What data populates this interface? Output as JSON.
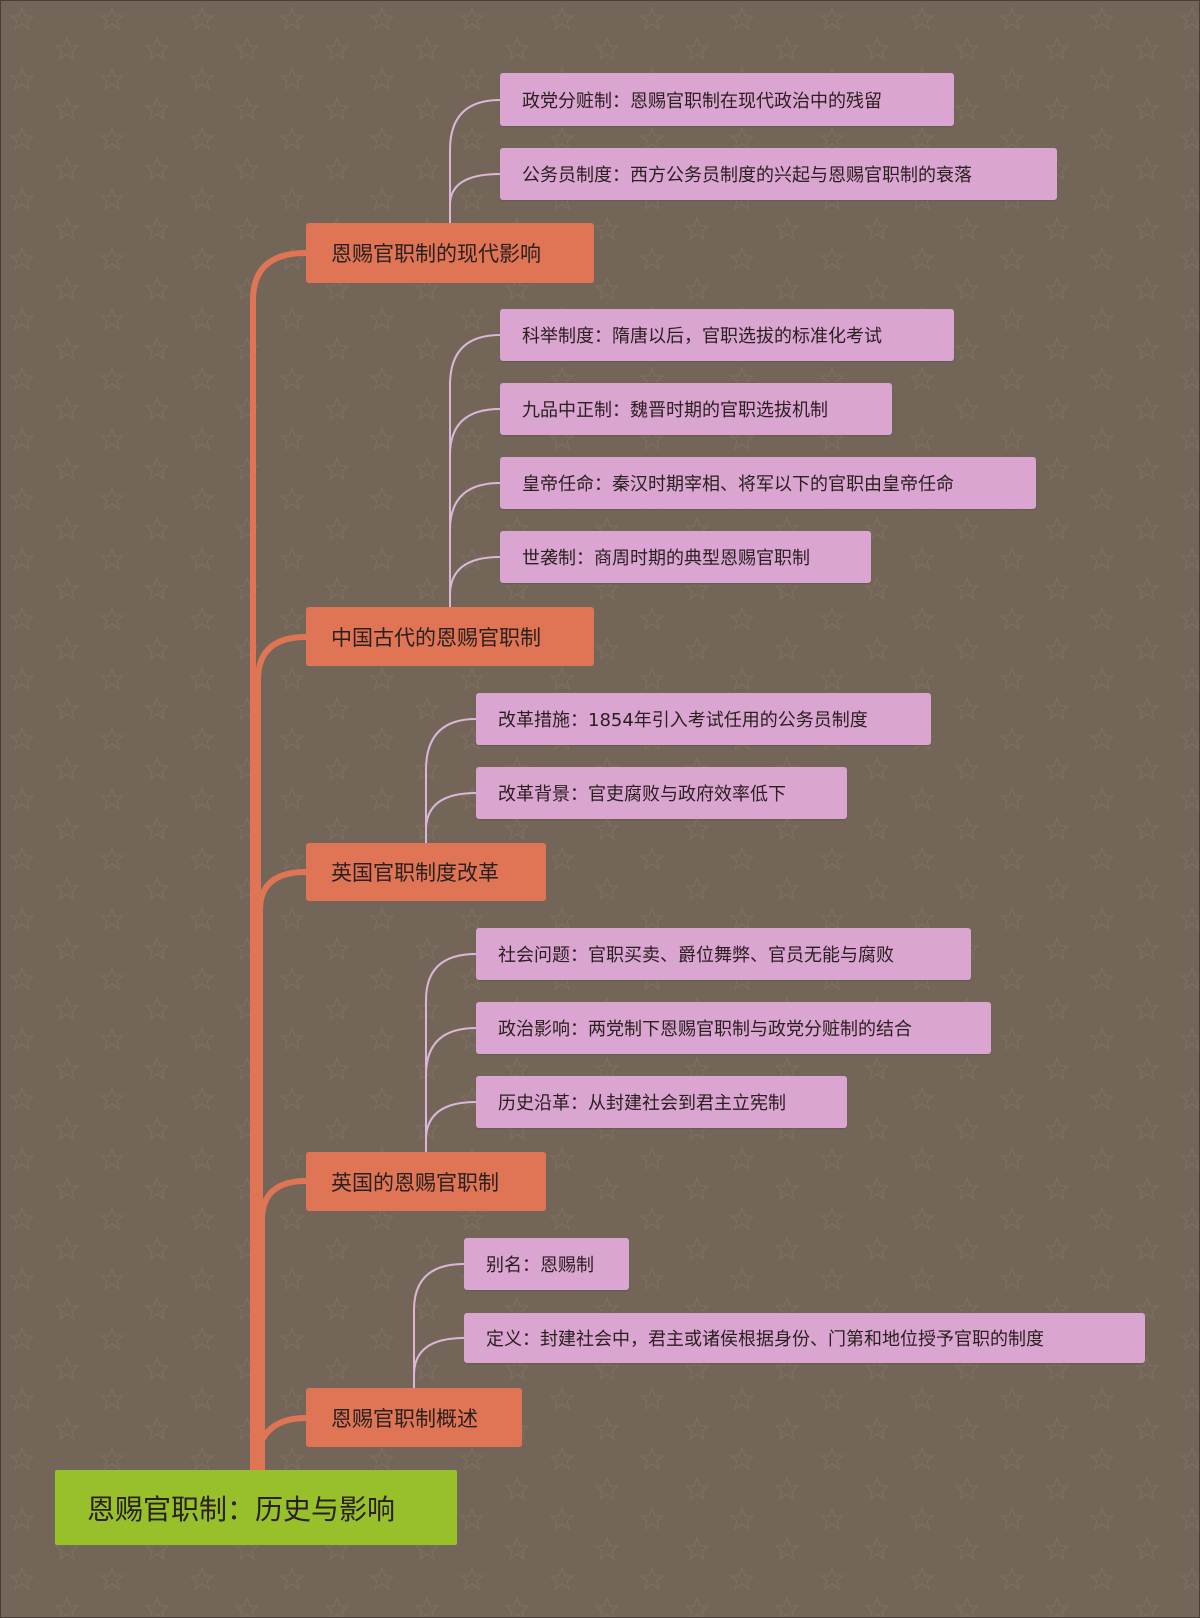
{
  "colors": {
    "background": "#736659",
    "root": "#97c02a",
    "branch": "#e07555",
    "leaf": "#dba5d1",
    "branch_edge": "#e07555",
    "leaf_edge": "#dcb6d8"
  },
  "root": {
    "label": "恩赐官职制：历史与影响"
  },
  "branches": [
    {
      "label": "恩赐官职制的现代影响",
      "children": [
        "政党分赃制：恩赐官职制在现代政治中的残留",
        "公务员制度：西方公务员制度的兴起与恩赐官职制的衰落"
      ]
    },
    {
      "label": "中国古代的恩赐官职制",
      "children": [
        "科举制度：隋唐以后，官职选拔的标准化考试",
        "九品中正制：魏晋时期的官职选拔机制",
        "皇帝任命：秦汉时期宰相、将军以下的官职由皇帝任命",
        "世袭制：商周时期的典型恩赐官职制"
      ]
    },
    {
      "label": "英国官职制度改革",
      "children": [
        "改革措施：1854年引入考试任用的公务员制度",
        "改革背景：官吏腐败与政府效率低下"
      ]
    },
    {
      "label": "英国的恩赐官职制",
      "children": [
        "社会问题：官职买卖、爵位舞弊、官员无能与腐败",
        "政治影响：两党制下恩赐官职制与政党分赃制的结合",
        "历史沿革：从封建社会到君主立宪制"
      ]
    },
    {
      "label": "恩赐官职制概述",
      "children": [
        "别名：恩赐制",
        "定义：封建社会中，君主或诸侯根据身份、门第和地位授予官职的制度"
      ]
    }
  ]
}
